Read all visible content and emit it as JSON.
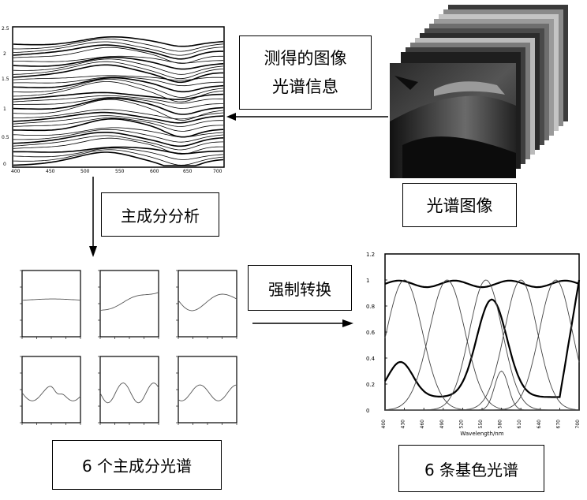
{
  "labels": {
    "measured_line1": "测得的图像",
    "measured_line2": "光谱信息",
    "spectral_image": "光谱图像",
    "pca": "主成分分析",
    "forced_transform": "强制转换",
    "six_pc_spectra": "6 个主成分光谱",
    "six_basis_spectra": "6 条基色光谱"
  },
  "basis_chart": {
    "xlabel": "Wavelength/nm",
    "y_ticks": [
      "1.2",
      "1",
      "0.8",
      "0.6",
      "0.4",
      "0.2",
      "0"
    ],
    "x_ticks": [
      "400",
      "430",
      "460",
      "490",
      "520",
      "550",
      "580",
      "610",
      "640",
      "670",
      "700"
    ]
  },
  "pc_charts": [
    {
      "id": "pc1"
    },
    {
      "id": "pc2"
    },
    {
      "id": "pc3"
    },
    {
      "id": "pc4"
    },
    {
      "id": "pc5"
    },
    {
      "id": "pc6"
    }
  ],
  "colors": {
    "ink": "#000000",
    "paper": "#ffffff",
    "gray_curve": "#555555"
  }
}
